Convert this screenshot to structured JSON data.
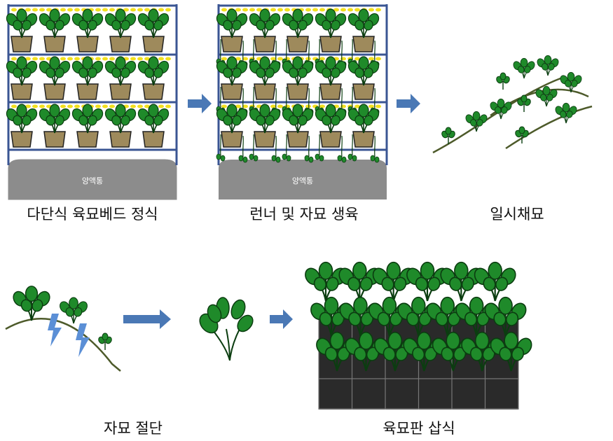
{
  "steps": [
    {
      "id": "shelf-planting",
      "caption": "다단식 육묘베드 정식",
      "tank_label": "양액통"
    },
    {
      "id": "runner-growth",
      "caption": "런너 및 자묘 생육",
      "tank_label": "양액통"
    },
    {
      "id": "bulk-harvest",
      "caption": "일시채묘"
    },
    {
      "id": "cutting",
      "caption": "자묘 절단"
    },
    {
      "id": "tray-planting",
      "caption": "육묘판 삽식"
    }
  ],
  "colors": {
    "rack": "#3a5593",
    "leaf": "#1f8a2a",
    "leaf_dark": "#0b3d10",
    "pot": "#9e8a5c",
    "lamp": "#f2e01e",
    "tank": "#8c8c8c",
    "arrow": "#4a78b5",
    "lightning": "#5b8fd6",
    "tray": "#2a2a2a"
  }
}
